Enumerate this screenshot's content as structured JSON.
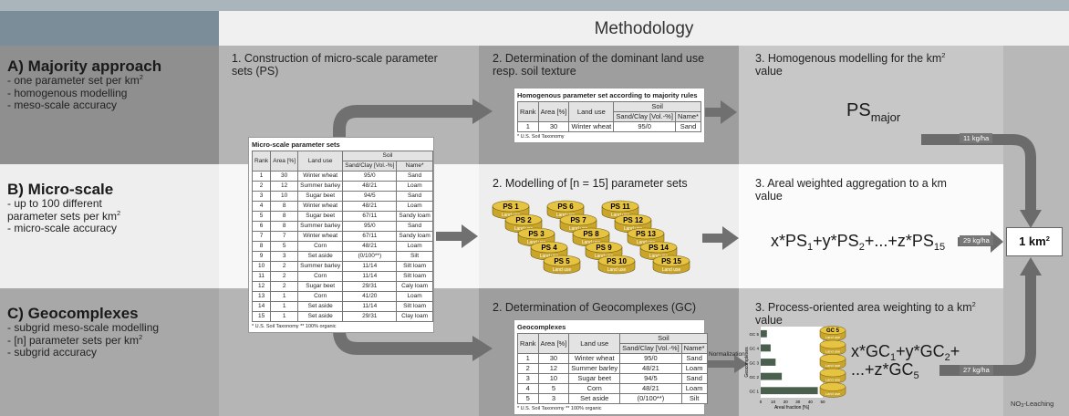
{
  "header": {
    "title": "Methodology"
  },
  "rows": [
    {
      "title": "A) Majority approach",
      "bullets": [
        "- one parameter set per km",
        "- homogenous modelling",
        "- meso-scale accuracy"
      ],
      "bullets_sup": [
        "2",
        "",
        ""
      ]
    },
    {
      "title": "B) Micro-scale",
      "bullets": [
        "- up to 100 different",
        "  parameter sets per km",
        "- micro-scale accuracy"
      ],
      "bullets_sup": [
        "",
        "2",
        ""
      ]
    },
    {
      "title": "C) Geocomplexes",
      "bullets": [
        "- subgrid meso-scale modelling",
        "- [n] parameter sets per km",
        "- subgrid accuracy"
      ],
      "bullets_sup": [
        "",
        "2",
        ""
      ]
    }
  ],
  "steps": {
    "a1": "1. Construction of micro-scale parameter sets (PS)",
    "a2": "2. Determination of the dominant land use resp. soil texture",
    "a3": "3. Homogenous modelling for the km",
    "a3b": "value",
    "b2": "2. Modelling of [n = 15] parameter sets",
    "b3": "3. Areal weighted aggregation to a km",
    "b3b": "value",
    "c2": "2. Determination of Geocomplexes (GC)",
    "c3": "3. Process-oriented area weighting to a km",
    "c3b": "value",
    "km_sup": "2"
  },
  "formulas": {
    "ps_major": {
      "main": "PS",
      "sub": "major"
    },
    "micro": [
      [
        "x*PS",
        "1"
      ],
      [
        "+y*PS",
        "2"
      ],
      [
        "+...+z*PS",
        "15"
      ]
    ],
    "geo_line1": [
      [
        "x*GC",
        "1"
      ],
      [
        "+y*GC",
        "2"
      ],
      [
        "+",
        ""
      ]
    ],
    "geo_line2": [
      [
        "...+z*GC",
        "5"
      ]
    ]
  },
  "flows": {
    "a": "11 kg/ha",
    "b": "29 kg/ha",
    "c": "27 kg/ha",
    "normalization": "Normalization"
  },
  "result": {
    "text": "1 km",
    "sup": "2",
    "leach": "NO",
    "leach_sub": "3",
    "leach_suffix": "-Leaching"
  },
  "tables_head": {
    "rank": "Rank",
    "area": "Area [%]",
    "landuse": "Land use",
    "soil": "Soil",
    "sandclay": "Sand/Clay [Vol.-%]",
    "name": "Name*"
  },
  "micro_table": {
    "caption": "Micro-scale parameter sets",
    "footnote": "* U.S. Soil Taxonomy    ** 100% organic",
    "rows": [
      [
        "1",
        "30",
        "Winter wheat",
        "95/0",
        "Sand"
      ],
      [
        "2",
        "12",
        "Summer barley",
        "48/21",
        "Loam"
      ],
      [
        "3",
        "10",
        "Sugar beet",
        "94/5",
        "Sand"
      ],
      [
        "4",
        "8",
        "Winter wheat",
        "48/21",
        "Loam"
      ],
      [
        "5",
        "8",
        "Sugar beet",
        "67/11",
        "Sandy loam"
      ],
      [
        "6",
        "8",
        "Summer barley",
        "95/0",
        "Sand"
      ],
      [
        "7",
        "7",
        "Winter wheat",
        "67/11",
        "Sandy loam"
      ],
      [
        "8",
        "5",
        "Corn",
        "48/21",
        "Loam"
      ],
      [
        "9",
        "3",
        "Set aside",
        "(0/100**)",
        "Silt"
      ],
      [
        "10",
        "2",
        "Summer barley",
        "11/14",
        "Silt loam"
      ],
      [
        "11",
        "2",
        "Corn",
        "11/14",
        "Silt loam"
      ],
      [
        "12",
        "2",
        "Sugar beet",
        "29/31",
        "Caly loam"
      ],
      [
        "13",
        "1",
        "Corn",
        "41/20",
        "Loam"
      ],
      [
        "14",
        "1",
        "Set aside",
        "11/14",
        "Silt loam"
      ],
      [
        "15",
        "1",
        "Set aside",
        "29/31",
        "Clay loam"
      ]
    ]
  },
  "majority_table": {
    "caption": "Homogenous parameter set according to majority rules",
    "footnote": "* U.S. Soil Taxonomy",
    "rows": [
      [
        "1",
        "30",
        "Winter wheat",
        "95/0",
        "Sand"
      ]
    ]
  },
  "geo_table": {
    "caption": "Geocomplexes",
    "footnote": "* U.S. Soil Taxonomy    ** 100% organic",
    "rows": [
      [
        "1",
        "30",
        "Winter wheat",
        "95/0",
        "Sand"
      ],
      [
        "2",
        "12",
        "Summer barley",
        "48/21",
        "Loam"
      ],
      [
        "3",
        "10",
        "Sugar beet",
        "94/5",
        "Sand"
      ],
      [
        "4",
        "5",
        "Corn",
        "48/21",
        "Loam"
      ],
      [
        "5",
        "3",
        "Set aside",
        "(0/100**)",
        "Silt"
      ]
    ]
  },
  "disks": {
    "labels": [
      "PS 1",
      "PS 2",
      "PS 3",
      "PS 4",
      "PS 5",
      "PS 6",
      "PS 7",
      "PS 8",
      "PS 9",
      "PS 10",
      "PS 11",
      "PS 12",
      "PS 13",
      "PS 14",
      "PS 15"
    ],
    "sub_label": "Land use",
    "color": "#e6c340"
  },
  "gc_chart": {
    "categories": [
      "GC 1",
      "GC 2",
      "GC 3",
      "GC 4",
      "GC 5"
    ],
    "values": [
      46,
      17,
      12,
      8,
      5
    ],
    "xticks": [
      "0",
      "10",
      "20",
      "30",
      "40",
      "50"
    ],
    "xlabel": "Areal fraction [%]",
    "ylabel": "Geocomplexes",
    "xlim": [
      0,
      50
    ],
    "bar_color": "#4a5f4d",
    "stack_labels": [
      "GC 5",
      "GC 4",
      "GC 3",
      "GC 2",
      "GC 1"
    ]
  }
}
